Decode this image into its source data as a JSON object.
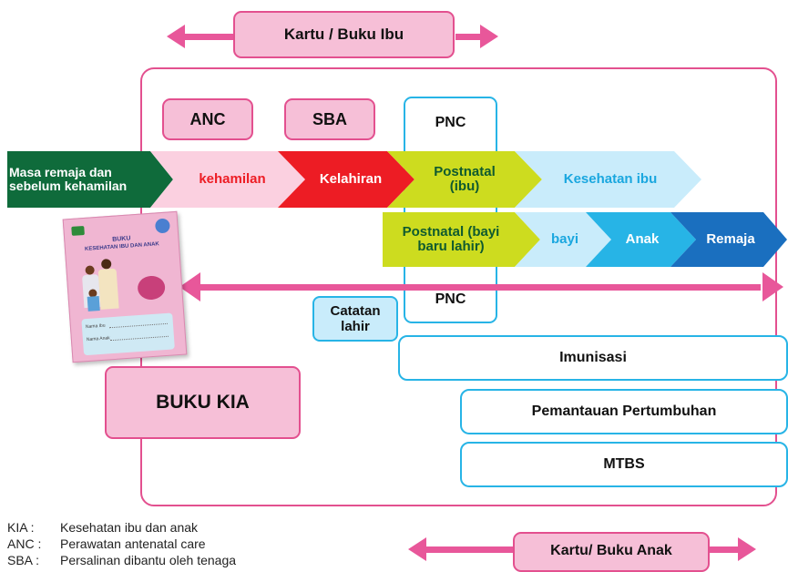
{
  "colors": {
    "pink_arrow": "#e8579a",
    "pink_fill": "#f6bfd7",
    "blue_border": "#27b4e6",
    "green_dark": "#0f6b3b",
    "red": "#ed1c24",
    "lime": "#cddc1f",
    "light_blue": "#c9ecfb",
    "cyan": "#27b4e6",
    "navy_blue": "#1a6fbf"
  },
  "top_banner": {
    "label": "Kartu / Buku Ibu"
  },
  "bottom_banner": {
    "label": "Kartu/ Buku Anak"
  },
  "service_boxes": {
    "anc": "ANC",
    "sba": "SBA"
  },
  "pnc_top": "PNC",
  "pnc_bottom": "PNC",
  "row1": {
    "start": "Masa remaja dan sebelum kehamilan",
    "pregnancy": "kehamilan",
    "birth": "Kelahiran",
    "postnatal_mother": "Postnatal (ibu)",
    "mother_health": "Kesehatan ibu"
  },
  "row2": {
    "postnatal_baby": "Postnatal (bayi baru lahir)",
    "infant": "bayi",
    "child": "Anak",
    "adolescent": "Remaja"
  },
  "birth_record": "Catatan lahir",
  "buku_kia": "BUKU KIA",
  "book_cover": {
    "title_line1": "BUKU",
    "title_line2": "KESEHATAN IBU DAN ANAK",
    "field1": "Nama Ibu",
    "field2": "Nama Anak"
  },
  "programs": {
    "immunization": "Imunisasi",
    "growth": "Pemantauan Pertumbuhan",
    "mtbs": "MTBS"
  },
  "legend": [
    {
      "abbr": "KIA :",
      "text": "Kesehatan ibu dan anak"
    },
    {
      "abbr": "ANC :",
      "text": "Perawatan antenatal care"
    },
    {
      "abbr": "SBA :",
      "text": "Persalinan dibantu oleh tenaga"
    }
  ]
}
